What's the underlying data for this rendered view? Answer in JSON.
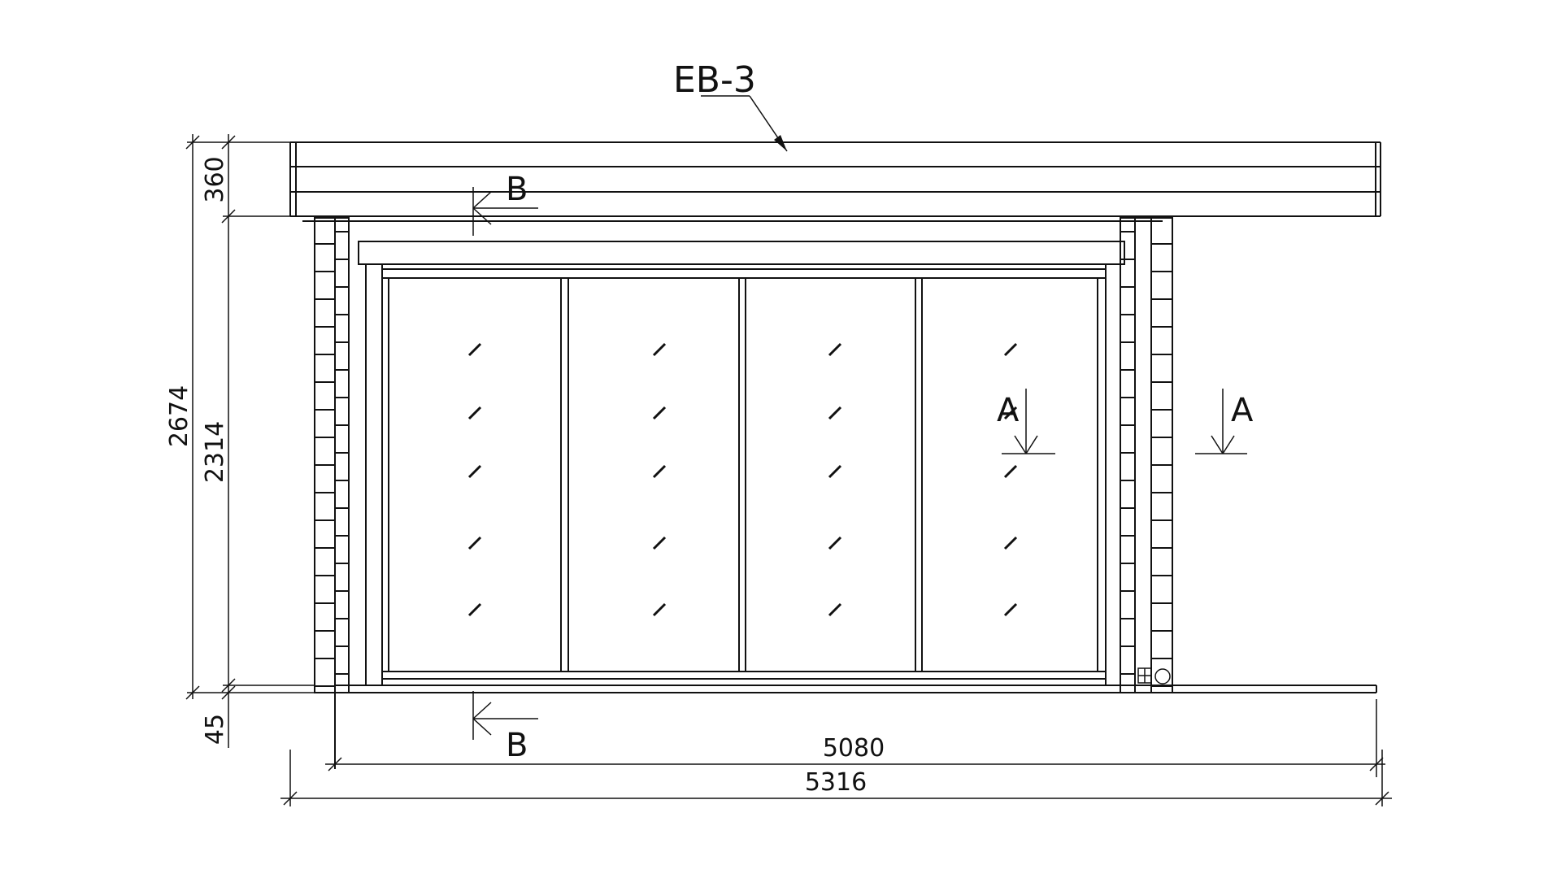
{
  "drawing": {
    "callout": "EB-3",
    "section_a": "A",
    "section_b": "B",
    "dimensions": {
      "overall_height": "2674",
      "fascia_height": "360",
      "opening_height": "2314",
      "base_height": "45",
      "inner_width": "5080",
      "overall_width": "5316"
    },
    "colors": {
      "line": "#111111",
      "background": "#ffffff"
    }
  }
}
